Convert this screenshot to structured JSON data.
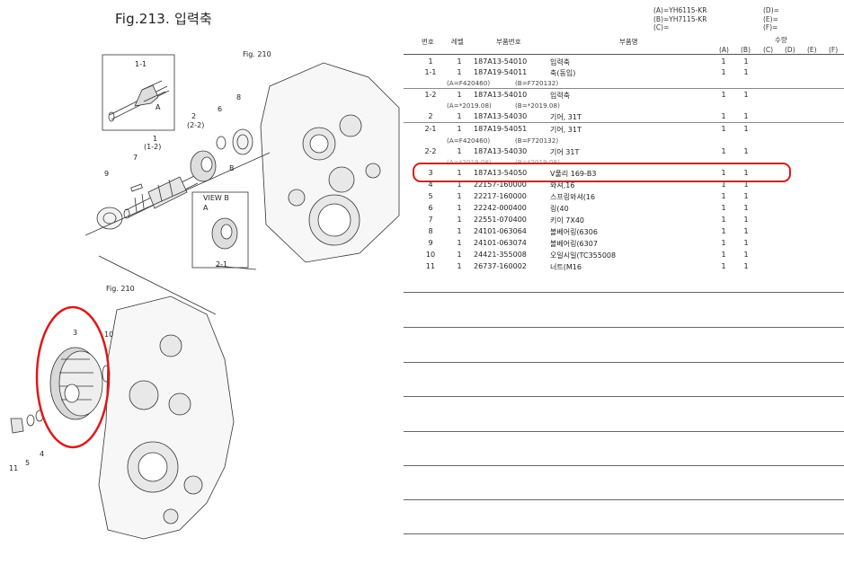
{
  "figure": {
    "title": "Fig.213.  입력축"
  },
  "legend": {
    "left": [
      "(A)=YH6115-KR",
      "(B)=YH7115-KR",
      "(C)="
    ],
    "right": [
      "(D)=",
      "(E)=",
      "(F)="
    ]
  },
  "table": {
    "headers": {
      "no": "번호",
      "level": "레벨",
      "part_no": "부품번호",
      "name": "부품명",
      "qty": "수량",
      "a": "(A)",
      "b": "(B)",
      "c": "(C)",
      "d": "(D)",
      "e": "(E)",
      "f": "(F)"
    },
    "rows": [
      {
        "no": "1",
        "level": "1",
        "part_no": "187A13-54010",
        "name": "입력축",
        "a": "1",
        "b": "1"
      },
      {
        "no": "1-1",
        "level": "1",
        "part_no": "187A19-54011",
        "name": "축(동입)",
        "a": "1",
        "b": "1"
      },
      {
        "sub": [
          "(A=F420460)",
          "(B=F720132)"
        ]
      },
      {
        "no": "1-2",
        "level": "1",
        "part_no": "187A13-54010",
        "name": "입력축",
        "a": "1",
        "b": "1"
      },
      {
        "sub": [
          "(A=*2019.08)",
          "(B=*2019.08)"
        ]
      },
      {
        "no": "2",
        "level": "1",
        "part_no": "187A13-54030",
        "name": "기어, 31T",
        "a": "1",
        "b": "1"
      },
      {
        "no": "2-1",
        "level": "1",
        "part_no": "187A19-54051",
        "name": "기어, 31T",
        "a": "1",
        "b": "1"
      },
      {
        "sub": [
          "(A=F420460)",
          "(B=F720132)"
        ]
      },
      {
        "no": "2-2",
        "level": "1",
        "part_no": "187A13-54030",
        "name": "기어 31T",
        "a": "1",
        "b": "1"
      },
      {
        "sub": [
          "(A=*2019.08)",
          "(B=*2019.08)"
        ]
      },
      {
        "no": "3",
        "level": "1",
        "part_no": "187A13-54050",
        "name": "V풀리 169-B3",
        "a": "1",
        "b": "1"
      },
      {
        "no": "4",
        "level": "1",
        "part_no": "22157-160000",
        "name": "와셔,16",
        "a": "1",
        "b": "1"
      },
      {
        "no": "5",
        "level": "1",
        "part_no": "22217-160000",
        "name": "스프링와셔(16",
        "a": "1",
        "b": "1"
      },
      {
        "no": "6",
        "level": "1",
        "part_no": "22242-000400",
        "name": "링(40",
        "a": "1",
        "b": "1"
      },
      {
        "no": "7",
        "level": "1",
        "part_no": "22551-070400",
        "name": "키이 7X40",
        "a": "1",
        "b": "1"
      },
      {
        "no": "8",
        "level": "1",
        "part_no": "24101-063064",
        "name": "볼베어링(6306",
        "a": "1",
        "b": "1"
      },
      {
        "no": "9",
        "level": "1",
        "part_no": "24101-063074",
        "name": "볼베어링(6307",
        "a": "1",
        "b": "1"
      },
      {
        "no": "10",
        "level": "1",
        "part_no": "24421-355008",
        "name": "오일시일(TC355008",
        "a": "1",
        "b": "1"
      },
      {
        "no": "11",
        "level": "1",
        "part_no": "26737-160002",
        "name": "너트(M16",
        "a": "1",
        "b": "1"
      }
    ]
  },
  "callouts": {
    "fig210_top": "Fig. 210",
    "fig210_bottom": "Fig. 210",
    "view_b": "VIEW B",
    "labels": [
      "1-1",
      "A",
      "2",
      "(2-2)",
      "6",
      "8",
      "B",
      "7",
      "9",
      "1",
      "(1-2)",
      "A",
      "2-1",
      "3",
      "10",
      "11",
      "5",
      "4"
    ]
  },
  "colors": {
    "highlight": "#e01818"
  }
}
